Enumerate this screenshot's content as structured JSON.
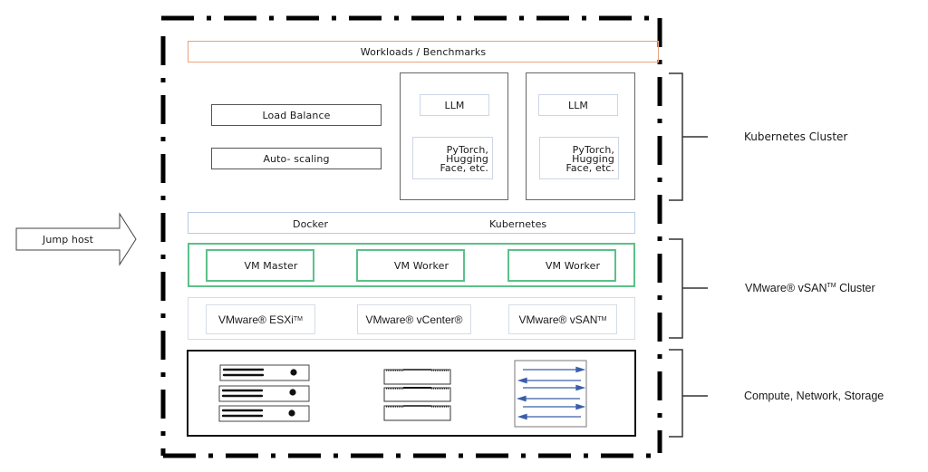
{
  "diagram": {
    "jump_host": {
      "label": "Jump host"
    },
    "workloads": {
      "label": "Workloads / Benchmarks",
      "border_color": "#e8a57a"
    },
    "k8s_services": [
      {
        "label": "Load Balance"
      },
      {
        "label": "Auto- scaling"
      }
    ],
    "pods": [
      {
        "model": "LLM",
        "frameworks": [
          "PyTorch,",
          "Hugging",
          "Face, etc."
        ]
      },
      {
        "model": "LLM",
        "frameworks": [
          "PyTorch,",
          "Hugging",
          "Face, etc."
        ]
      }
    ],
    "container_layer": {
      "left": "Docker",
      "right": "Kubernetes",
      "border_color": "#b8cce4"
    },
    "vm_layer": {
      "border_color": "#5cc08a",
      "vms": [
        {
          "label": "VM Master"
        },
        {
          "label": "VM Worker"
        },
        {
          "label": "VM Worker"
        }
      ]
    },
    "vmware_layer": {
      "border_color": "#d6dce5",
      "products": [
        {
          "name": "VMware® ESXi",
          "mark": "TM"
        },
        {
          "name": "VMware® vCenter®",
          "mark": ""
        },
        {
          "name": "VMware® vSAN",
          "mark": "TM"
        }
      ]
    },
    "hardware_layer": {
      "icons": [
        "server-stack-icon",
        "network-switch-icon",
        "storage-array-icon"
      ],
      "arrow_color": "#3a5fa8"
    },
    "brackets": [
      {
        "label": "Kubernetes Cluster"
      },
      {
        "label_prefix": "VMware® vSAN",
        "mark": "TM",
        "label_suffix": " Cluster"
      },
      {
        "label": "Compute, Network, Storage"
      }
    ]
  }
}
